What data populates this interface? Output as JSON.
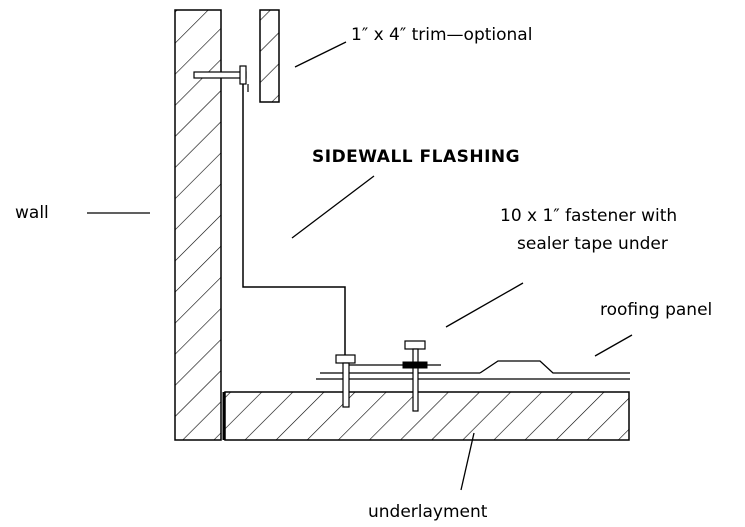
{
  "labels": {
    "trim": "1″ x 4″ trim—optional",
    "title": "SIDEWALL FLASHING",
    "wall": "wall",
    "fastener_line1": "10 x 1″ fastener with",
    "fastener_line2": "sealer tape under",
    "roofing_panel": "roofing panel",
    "underlayment": "underlayment"
  },
  "colors": {
    "ink": "#000000",
    "background": "#ffffff"
  }
}
